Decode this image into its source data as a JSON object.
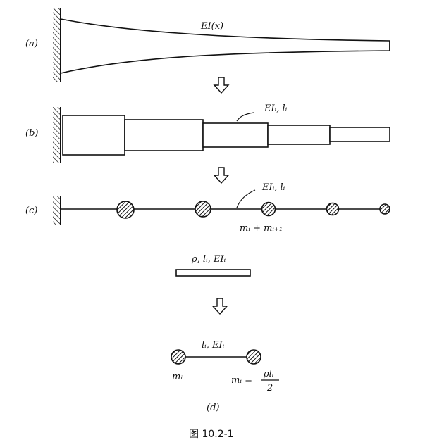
{
  "labels": {
    "a": "(a)",
    "b": "(b)",
    "c": "(c)",
    "d": "(d)",
    "ei_x": "EI(x)",
    "ei_li_b": "EIᵢ, lᵢ",
    "ei_li_c": "EIᵢ, lᵢ",
    "mi_sum": "mᵢ + mᵢ₊₁",
    "rho_li_ei": "ρ, lᵢ, EIᵢ",
    "li_ei_d": "lᵢ, EIᵢ",
    "mi_left": "mᵢ",
    "mi_eq": "mᵢ =",
    "frac_num": "ρlᵢ",
    "frac_den": "2"
  },
  "caption": "图   10.2-1"
}
